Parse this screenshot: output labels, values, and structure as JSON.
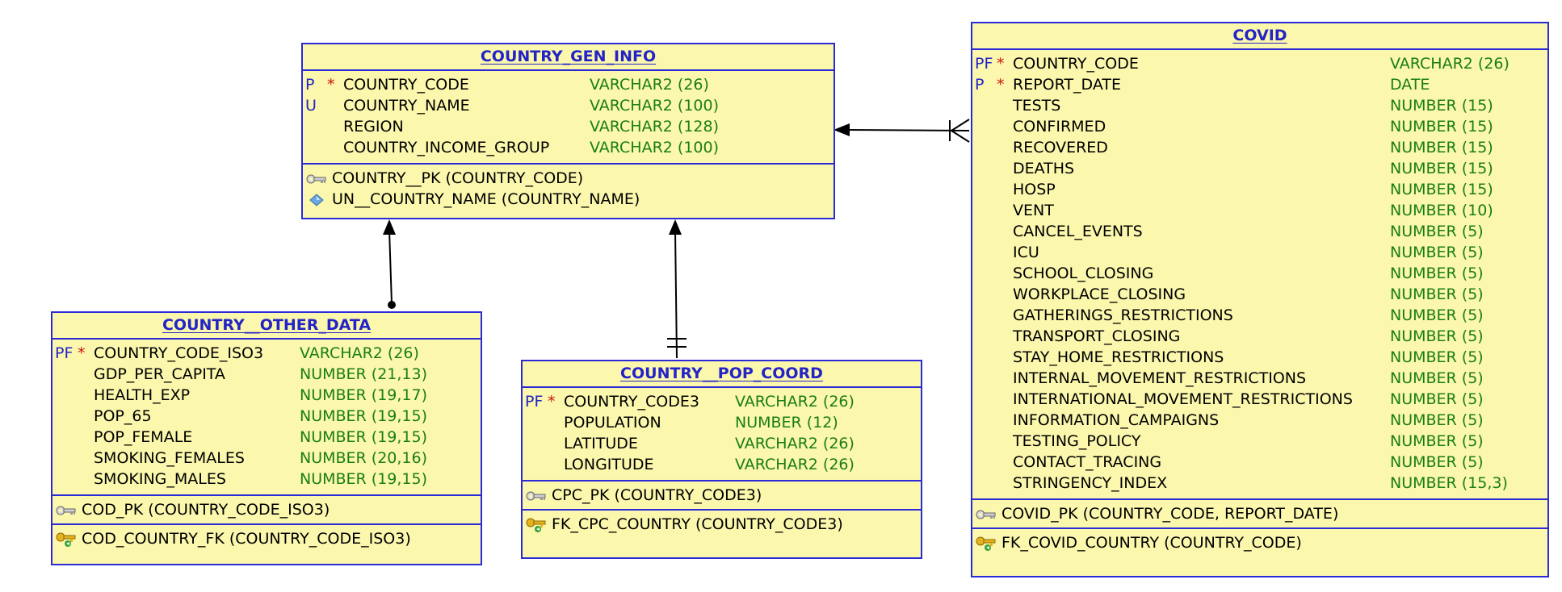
{
  "entities": {
    "gen_info": {
      "title": "COUNTRY_GEN_INFO",
      "columns": [
        {
          "flag": "P",
          "star": "*",
          "name": "COUNTRY_CODE",
          "type": "VARCHAR2 (26)"
        },
        {
          "flag": "U",
          "star": "",
          "name": "COUNTRY_NAME",
          "type": "VARCHAR2 (100)"
        },
        {
          "flag": "",
          "star": "",
          "name": "REGION",
          "type": "VARCHAR2 (128)"
        },
        {
          "flag": "",
          "star": "",
          "name": "COUNTRY_INCOME_GROUP",
          "type": "VARCHAR2 (100)"
        }
      ],
      "keys": [
        [
          {
            "icon": "primary-key-icon",
            "text": "COUNTRY__PK (COUNTRY_CODE)"
          },
          {
            "icon": "unique-key-icon",
            "text": "UN__COUNTRY_NAME (COUNTRY_NAME)"
          }
        ]
      ]
    },
    "other_data": {
      "title": "COUNTRY__OTHER_DATA",
      "columns": [
        {
          "flag": "PF",
          "star": "*",
          "name": "COUNTRY_CODE_ISO3",
          "type": "VARCHAR2 (26)"
        },
        {
          "flag": "",
          "star": "",
          "name": "GDP_PER_CAPITA",
          "type": "NUMBER (21,13)"
        },
        {
          "flag": "",
          "star": "",
          "name": "HEALTH_EXP",
          "type": "NUMBER (19,17)"
        },
        {
          "flag": "",
          "star": "",
          "name": "POP_65",
          "type": "NUMBER (19,15)"
        },
        {
          "flag": "",
          "star": "",
          "name": "POP_FEMALE",
          "type": "NUMBER (19,15)"
        },
        {
          "flag": "",
          "star": "",
          "name": "SMOKING_FEMALES",
          "type": "NUMBER (20,16)"
        },
        {
          "flag": "",
          "star": "",
          "name": "SMOKING_MALES",
          "type": "NUMBER (19,15)"
        }
      ],
      "keys": [
        [
          {
            "icon": "primary-key-icon",
            "text": "COD_PK (COUNTRY_CODE_ISO3)"
          }
        ],
        [
          {
            "icon": "foreign-key-icon",
            "text": "COD_COUNTRY_FK (COUNTRY_CODE_ISO3)"
          }
        ]
      ]
    },
    "pop_coord": {
      "title": "COUNTRY__POP_COORD",
      "columns": [
        {
          "flag": "PF",
          "star": "*",
          "name": "COUNTRY_CODE3",
          "type": "VARCHAR2 (26)"
        },
        {
          "flag": "",
          "star": "",
          "name": "POPULATION",
          "type": "NUMBER (12)"
        },
        {
          "flag": "",
          "star": "",
          "name": "LATITUDE",
          "type": "VARCHAR2 (26)"
        },
        {
          "flag": "",
          "star": "",
          "name": "LONGITUDE",
          "type": "VARCHAR2 (26)"
        }
      ],
      "keys": [
        [
          {
            "icon": "primary-key-icon",
            "text": "CPC_PK (COUNTRY_CODE3)"
          }
        ],
        [
          {
            "icon": "foreign-key-icon",
            "text": "FK_CPC_COUNTRY (COUNTRY_CODE3)"
          }
        ]
      ]
    },
    "covid": {
      "title": "COVID",
      "columns": [
        {
          "flag": "PF",
          "star": "*",
          "name": "COUNTRY_CODE",
          "type": "VARCHAR2 (26)"
        },
        {
          "flag": "P",
          "star": "*",
          "name": "REPORT_DATE",
          "type": "DATE"
        },
        {
          "flag": "",
          "star": "",
          "name": "TESTS",
          "type": "NUMBER (15)"
        },
        {
          "flag": "",
          "star": "",
          "name": "CONFIRMED",
          "type": "NUMBER (15)"
        },
        {
          "flag": "",
          "star": "",
          "name": "RECOVERED",
          "type": "NUMBER (15)"
        },
        {
          "flag": "",
          "star": "",
          "name": "DEATHS",
          "type": "NUMBER (15)"
        },
        {
          "flag": "",
          "star": "",
          "name": "HOSP",
          "type": "NUMBER (15)"
        },
        {
          "flag": "",
          "star": "",
          "name": "VENT",
          "type": "NUMBER (10)"
        },
        {
          "flag": "",
          "star": "",
          "name": "CANCEL_EVENTS",
          "type": "NUMBER (5)"
        },
        {
          "flag": "",
          "star": "",
          "name": "ICU",
          "type": "NUMBER (5)"
        },
        {
          "flag": "",
          "star": "",
          "name": "SCHOOL_CLOSING",
          "type": "NUMBER (5)"
        },
        {
          "flag": "",
          "star": "",
          "name": "WORKPLACE_CLOSING",
          "type": "NUMBER (5)"
        },
        {
          "flag": "",
          "star": "",
          "name": "GATHERINGS_RESTRICTIONS",
          "type": "NUMBER (5)"
        },
        {
          "flag": "",
          "star": "",
          "name": "TRANSPORT_CLOSING",
          "type": "NUMBER (5)"
        },
        {
          "flag": "",
          "star": "",
          "name": "STAY_HOME_RESTRICTIONS",
          "type": "NUMBER (5)"
        },
        {
          "flag": "",
          "star": "",
          "name": "INTERNAL_MOVEMENT_RESTRICTIONS",
          "type": "NUMBER (5)"
        },
        {
          "flag": "",
          "star": "",
          "name": "INTERNATIONAL_MOVEMENT_RESTRICTIONS",
          "type": "NUMBER (5)"
        },
        {
          "flag": "",
          "star": "",
          "name": "INFORMATION_CAMPAIGNS",
          "type": "NUMBER (5)"
        },
        {
          "flag": "",
          "star": "",
          "name": "TESTING_POLICY",
          "type": "NUMBER (5)"
        },
        {
          "flag": "",
          "star": "",
          "name": "CONTACT_TRACING",
          "type": "NUMBER (5)"
        },
        {
          "flag": "",
          "star": "",
          "name": "STRINGENCY_INDEX",
          "type": "NUMBER (15,3)"
        }
      ],
      "keys": [
        [
          {
            "icon": "primary-key-icon",
            "text": "COVID_PK (COUNTRY_CODE, REPORT_DATE)"
          }
        ],
        [
          {
            "icon": "foreign-key-icon",
            "text": "FK_COVID_COUNTRY (COUNTRY_CODE)"
          }
        ]
      ]
    }
  },
  "colors": {
    "border": "#2a2ad6",
    "fill": "#fbf7ad",
    "title": "#2323c8",
    "type": "#1a7f12",
    "mandatory": "#cc1111"
  }
}
